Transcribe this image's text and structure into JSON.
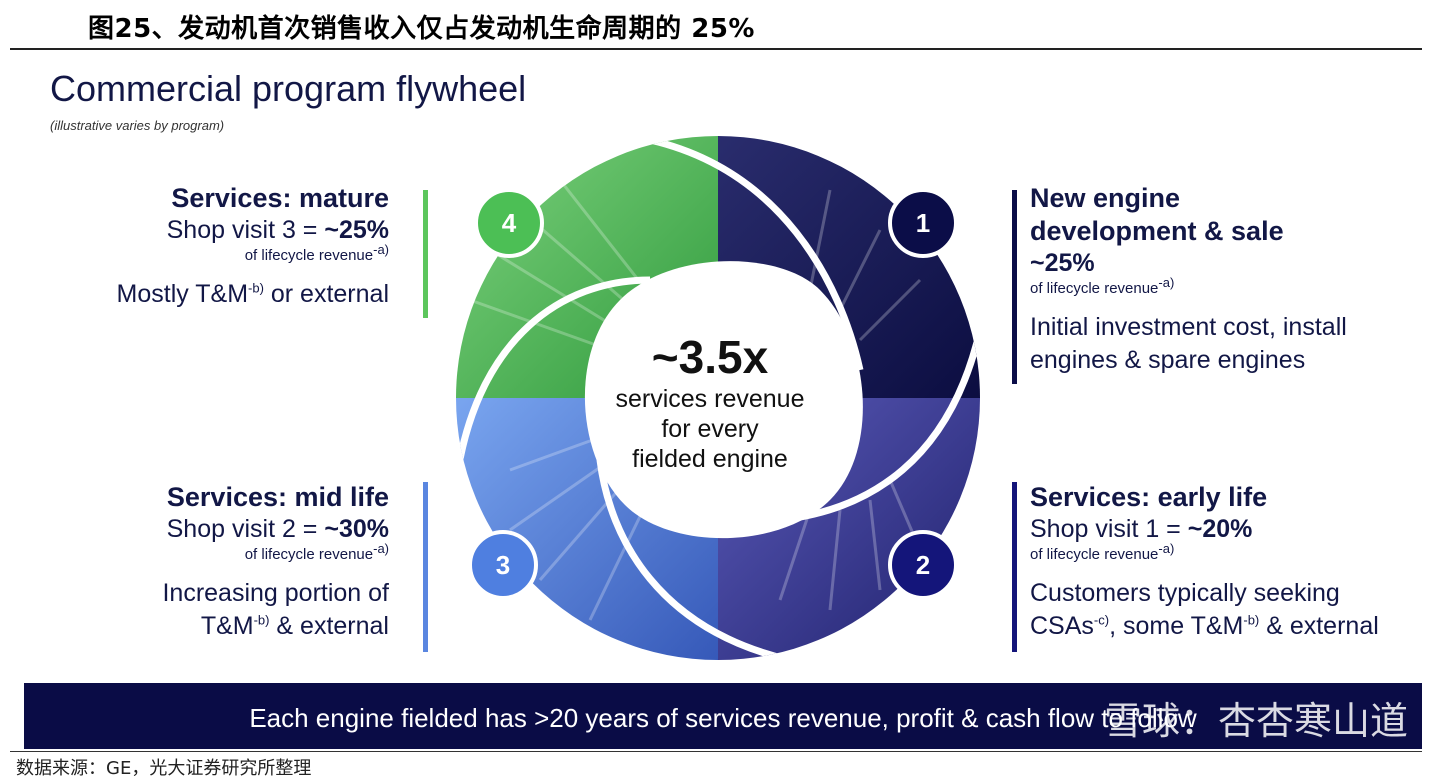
{
  "figure_title": "图25、发动机首次销售收入仅占发动机生命周期的 25%",
  "slide": {
    "title": "Commercial program flywheel",
    "subtitle": "(illustrative varies by program)"
  },
  "center": {
    "multiplier": "~3.5x",
    "line1": "services revenue",
    "line2": "for every",
    "line3": "fielded engine"
  },
  "badges": {
    "b1": "1",
    "b2": "2",
    "b3": "3",
    "b4": "4"
  },
  "stages": {
    "mature": {
      "heading": "Services: mature",
      "visit_prefix": "Shop visit 3 = ",
      "visit_pct": "~25%",
      "note": "of lifecycle revenue",
      "note_sup": "-a)",
      "desc_a": "Mostly T&M",
      "desc_a_sup": "-b)",
      "desc_b": " or external"
    },
    "new_engine": {
      "heading1": "New engine",
      "heading2": "development & sale",
      "pct": "~25%",
      "note": "of lifecycle revenue",
      "note_sup": "-a)",
      "desc1": "Initial investment cost, install",
      "desc2": "engines & spare engines"
    },
    "mid_life": {
      "heading": "Services: mid life",
      "visit_prefix": "Shop visit 2 = ",
      "visit_pct": "~30%",
      "note": "of lifecycle revenue",
      "note_sup": "-a)",
      "desc1": "Increasing portion of",
      "desc2_a": "T&M",
      "desc2_sup": "-b)",
      "desc2_b": " & external"
    },
    "early_life": {
      "heading": "Services: early life",
      "visit_prefix": "Shop visit 1 = ",
      "visit_pct": "~20%",
      "note": "of lifecycle revenue",
      "note_sup": "-a)",
      "desc1": "Customers typically seeking",
      "desc2_a": "CSAs",
      "desc2_sup": "-c)",
      "desc2_b": ", some T&M",
      "desc2_sup2": "-b)",
      "desc2_c": " & external"
    }
  },
  "footer": {
    "text": "Each engine fielded has >20 years of services revenue, profit & cash flow to follow",
    "watermark": "雪球：杏杏寒山道"
  },
  "source": "数据来源：GE，光大证券研究所整理",
  "colors": {
    "navy": "#0a0c46",
    "green": "#4caf50",
    "blue": "#4f7fe0",
    "purple": "#3a3a9a"
  }
}
